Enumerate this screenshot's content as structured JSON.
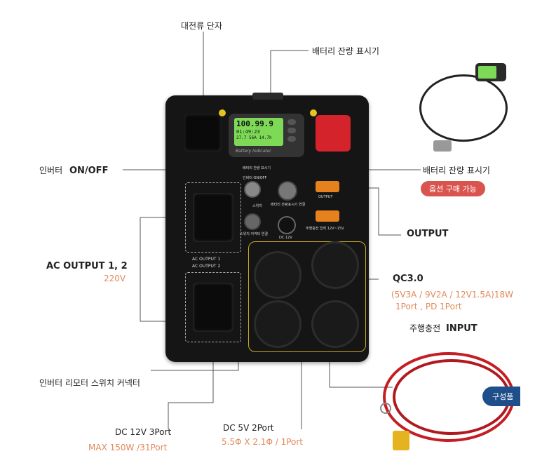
{
  "labels": {
    "dc_terminal": "대전류 단자",
    "battery_indicator_top": "배터리 잔량 표시기",
    "inverter_prefix": "인버터",
    "inverter_onoff": "ON/OFF",
    "battery_indicator_right": "배터리 잔량 표시기",
    "option_badge": "옵션 구매 가능",
    "output": "OUTPUT",
    "ac_output": "AC OUTPUT 1, 2",
    "ac_voltage": "220V",
    "qc_title": "QC3.0",
    "qc_spec1": "(5V3A / 9V2A / 12V1.5A)18W",
    "qc_spec2": "1Port , PD 1Port",
    "driving_charge_prefix": "주행충전",
    "driving_charge_input": "INPUT",
    "remote_switch": "인버터 리모터 스위치 커넥터",
    "dc12_title": "DC 12V 3Port",
    "dc12_spec": "MAX 150W /31Port",
    "dc5_title": "DC 5V 2Port",
    "dc5_spec": "5.5Φ X 2.1Φ / 1Port",
    "component_tag": "구성품"
  },
  "device": {
    "meter_value": "100.99.9",
    "meter_sub": "01:49:23",
    "meter_line3": "27.7 56A 14.7h",
    "meter_brand": "Battery Indicator",
    "panel_inverter": "인버터 ON/OFF",
    "panel_battery": "배터리 잔량 표시기",
    "panel_remote": "스위치",
    "panel_remote2": "스위치 커넥터 연결",
    "panel_battery2": "배터리 잔량표시기 연결",
    "panel_output": "OUTPUT",
    "panel_input": "주행충전 입력 12V~15V",
    "panel_dc12": "DC 12V",
    "panel_ac1": "AC OUTPUT 1",
    "panel_ac2": "AC OUTPUT 2"
  },
  "colors": {
    "accent_orange": "#e08a5a",
    "badge_red": "#d9534f",
    "tag_blue": "#1e4f8a"
  }
}
